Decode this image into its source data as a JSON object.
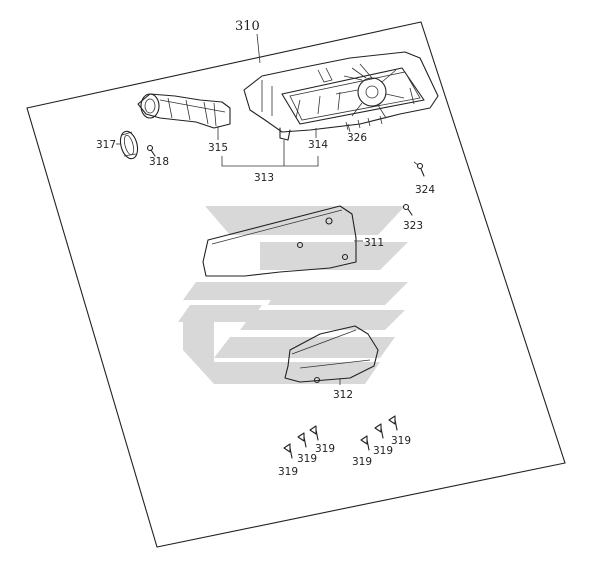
{
  "diagram": {
    "assembly_label": "310",
    "parts": [
      {
        "id": "intake-duct",
        "label": "315"
      },
      {
        "id": "air-cleaner-case",
        "label": "314"
      },
      {
        "id": "case-seal",
        "label": "326"
      },
      {
        "id": "case-assembly",
        "label": "313"
      },
      {
        "id": "clamp",
        "label": "317"
      },
      {
        "id": "clamp-screw",
        "label": "318"
      },
      {
        "id": "bolt-a",
        "label": "324"
      },
      {
        "id": "bolt-b",
        "label": "323"
      },
      {
        "id": "upper-cover",
        "label": "311"
      },
      {
        "id": "lower-cover",
        "label": "312"
      }
    ],
    "fasteners_label": "319",
    "colors": {
      "line": "#222222",
      "watermark": "#c9c9c9",
      "background": "#ffffff"
    }
  }
}
